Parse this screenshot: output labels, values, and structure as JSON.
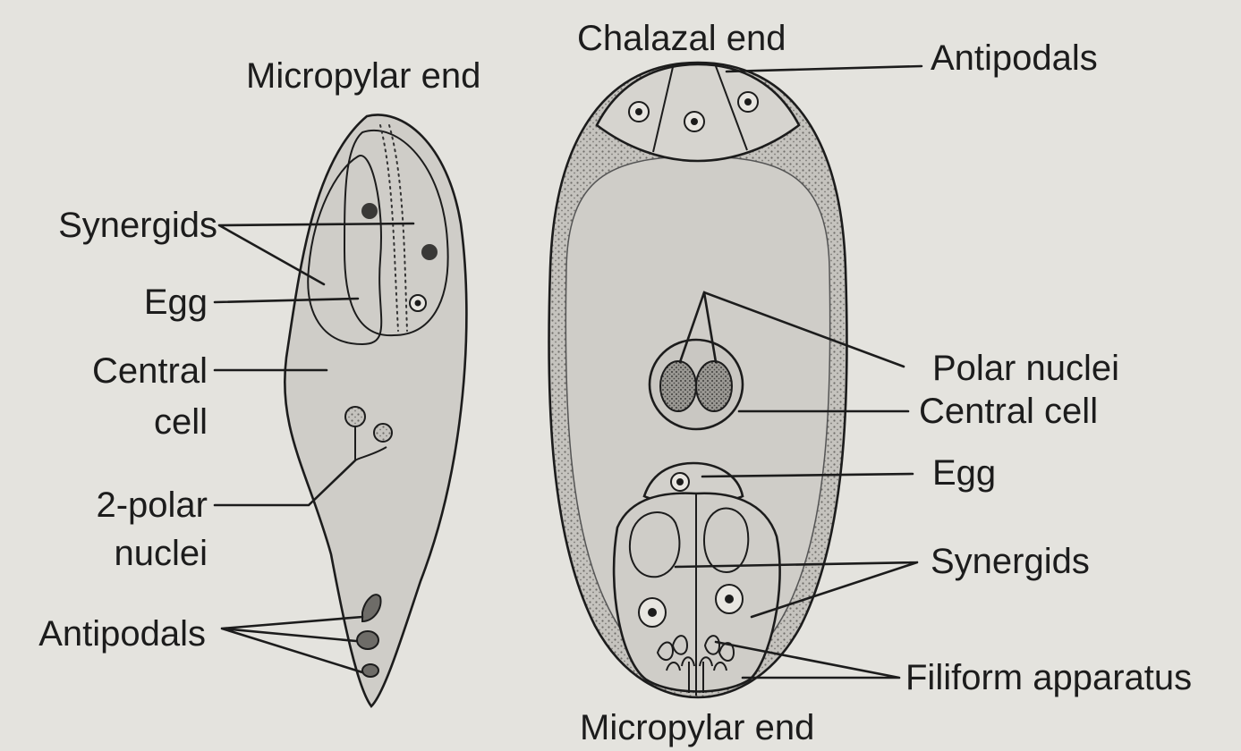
{
  "left_diagram": {
    "title": "Micropylar end",
    "labels": {
      "synergids": "Synergids",
      "egg": "Egg",
      "central_line1": "Central",
      "central_line2": "cell",
      "polar_line1": "2-polar",
      "polar_line2": "nuclei",
      "antipodals": "Antipodals"
    }
  },
  "right_diagram": {
    "top_title": "Chalazal end",
    "bottom_title": "Micropylar end",
    "labels": {
      "antipodals": "Antipodals",
      "polar_nuclei": "Polar nuclei",
      "central_cell": "Central cell",
      "egg": "Egg",
      "synergids": "Synergids",
      "filiform_apparatus": "Filiform apparatus"
    }
  },
  "colors": {
    "background": "#e4e3de",
    "cell_fill": "#cfcdc8",
    "ink": "#1c1c1c",
    "wall_stipple": "#8f8d88"
  }
}
